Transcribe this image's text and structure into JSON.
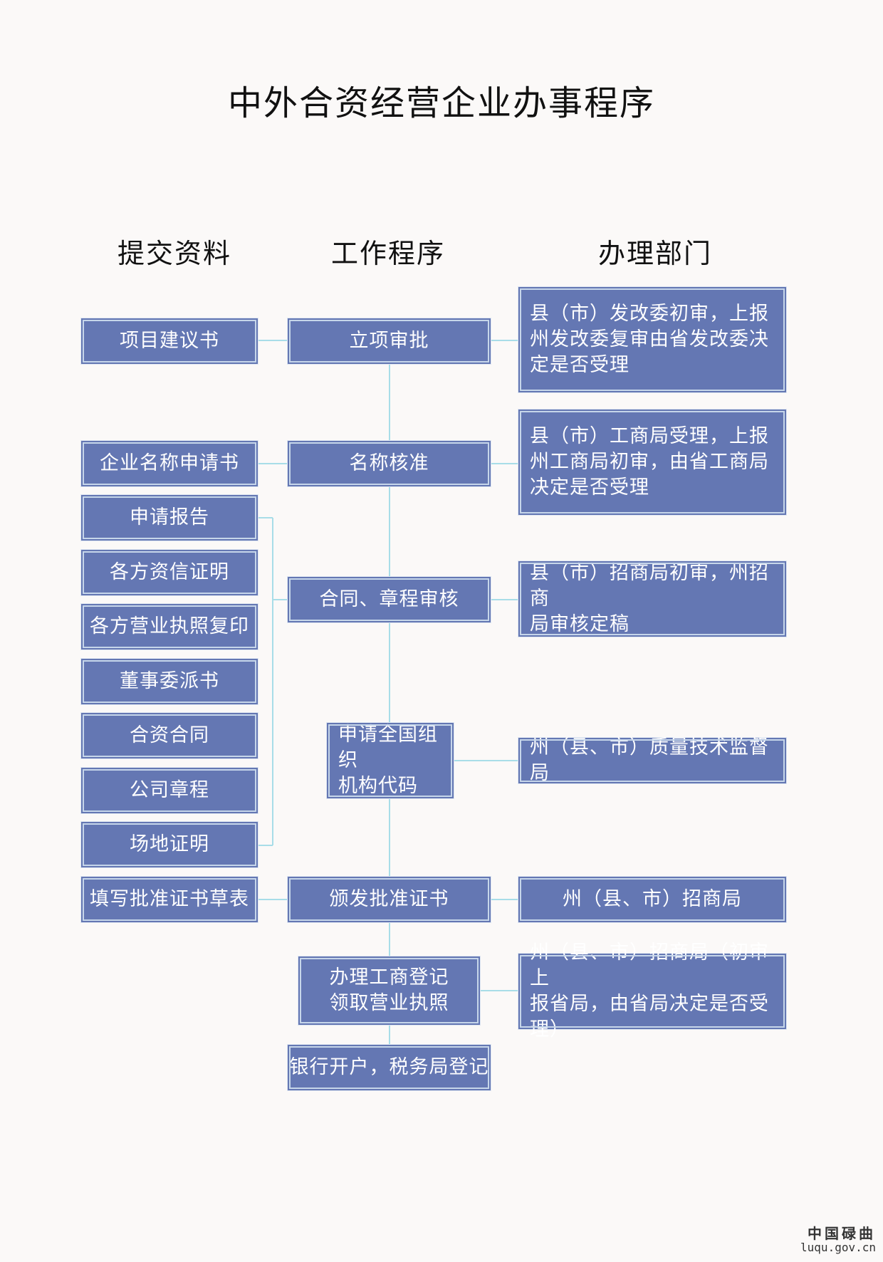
{
  "title": "中外合资经营企业办事程序",
  "headers": {
    "materials": "提交资料",
    "procedure": "工作程序",
    "department": "办理部门"
  },
  "materials": [
    "项目建议书",
    "企业名称申请书",
    "申请报告",
    "各方资信证明",
    "各方营业执照复印",
    "董事委派书",
    "合资合同",
    "公司章程",
    "场地证明",
    "填写批准证书草表"
  ],
  "steps": [
    "立项审批",
    "名称核准",
    "合同、章程审核",
    "申请全国组织\n机构代码",
    "颁发批准证书",
    "办理工商登记\n领取营业执照",
    "银行开户，税务局登记"
  ],
  "departments": [
    "县（市）发改委初审，上报\n州发改委复审由省发改委决\n定是否受理",
    "县（市）工商局受理，上报\n州工商局初审，由省工商局\n决定是否受理",
    "县（市）招商局初审，州招商\n局审核定稿",
    "州（县、市）质量技术监督局",
    "州（县、市）招商局",
    "州（县、市）招商局（初审上\n报省局，由省局决定是否受理）"
  ],
  "watermark": {
    "name": "中国碌曲",
    "url": "luqu.gov.cn"
  },
  "colors": {
    "box_fill": "#6477b3",
    "box_text": "#ffffff",
    "connector": "#a8dde8",
    "background": "#fbf9f8"
  }
}
